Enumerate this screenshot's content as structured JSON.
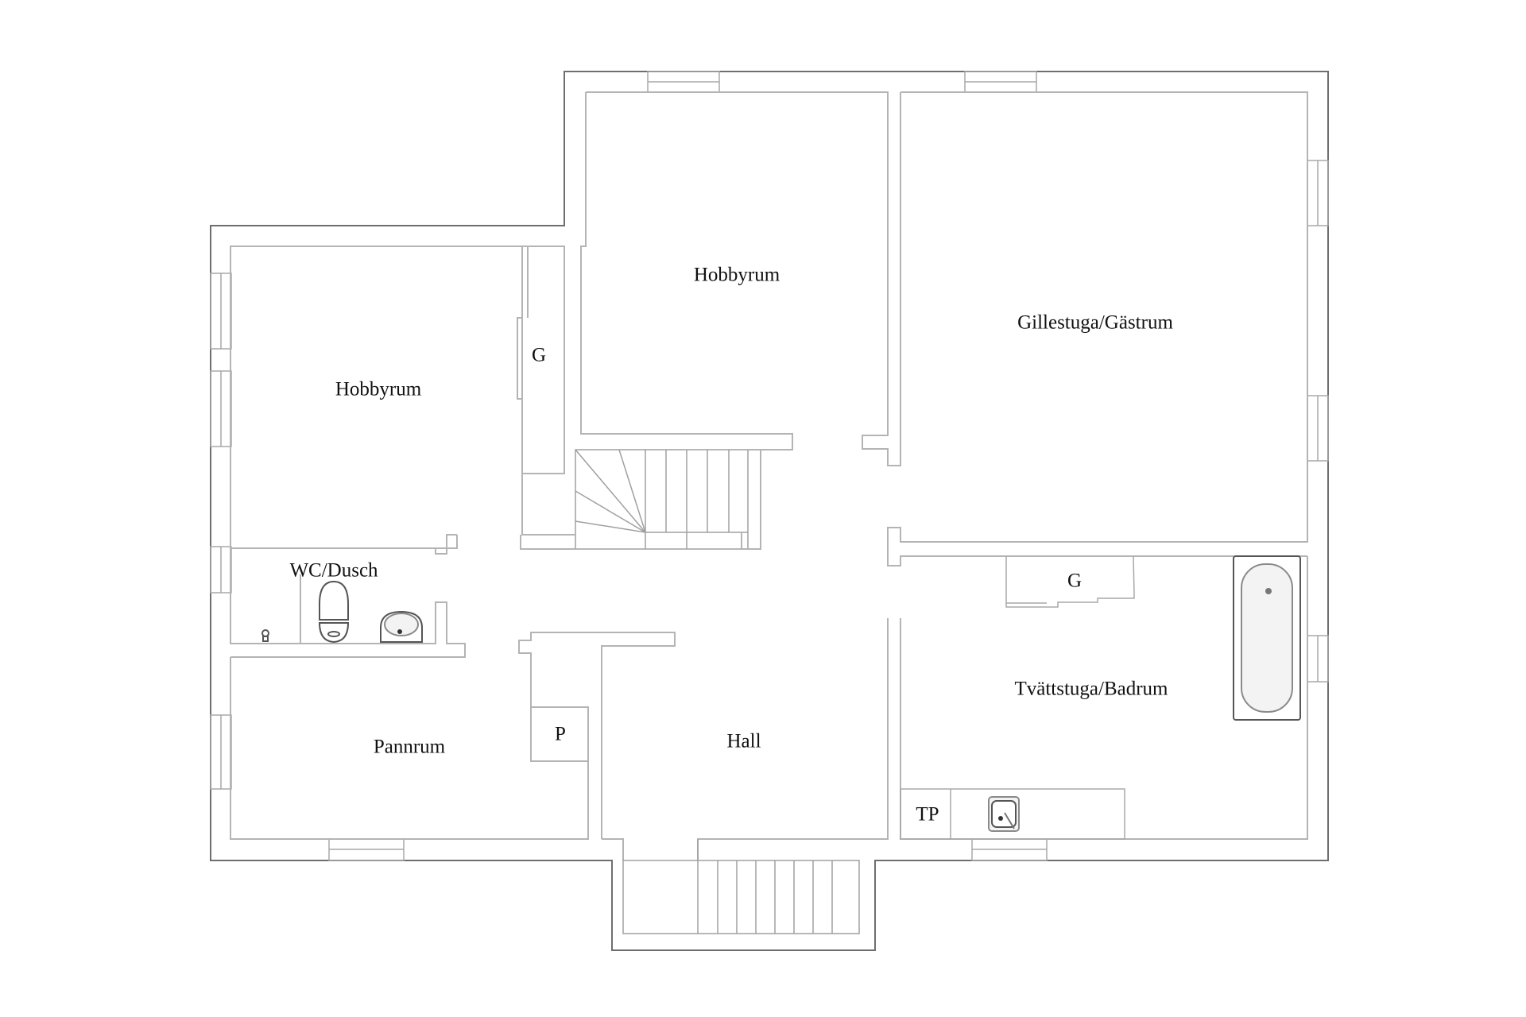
{
  "floorplan": {
    "rooms": [
      {
        "id": "hobbyrum-left",
        "label": "Hobbyrum"
      },
      {
        "id": "hobbyrum-center",
        "label": "Hobbyrum"
      },
      {
        "id": "gillestuga",
        "label": "Gillestuga/Gästrum"
      },
      {
        "id": "wc-dusch",
        "label": "WC/Dusch"
      },
      {
        "id": "pannrum",
        "label": "Pannrum"
      },
      {
        "id": "hall",
        "label": "Hall"
      },
      {
        "id": "tvattstuga",
        "label": "Tvättstuga/Badrum"
      }
    ],
    "symbols": {
      "closet_left": "G",
      "closet_laundry": "G",
      "p_box": "P",
      "tp_box": "TP"
    },
    "colors": {
      "background": "#ffffff",
      "outer_wall": "#6e6e6e",
      "inner_wall": "#b4b4b4",
      "text": "#111111"
    }
  }
}
